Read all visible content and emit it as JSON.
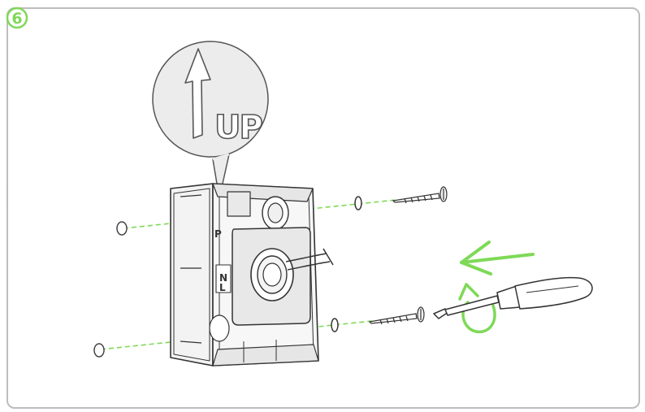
{
  "step": {
    "number": "6"
  },
  "callout": {
    "label": "UP"
  },
  "box_markings": {
    "p": "P",
    "n": "N",
    "l": "L"
  },
  "colors": {
    "accent": "#7ed957",
    "frame": "#bdbdbd",
    "line": "#333333",
    "callout_fill": "#ececec",
    "box_fill": "#f7f7f7",
    "box_shade": "#e6e6e6"
  },
  "icons": [
    "up-arrow-icon",
    "screwdriver-icon",
    "rotate-arrow-icon",
    "push-arrow-icon",
    "screw-icon",
    "washer-icon"
  ]
}
